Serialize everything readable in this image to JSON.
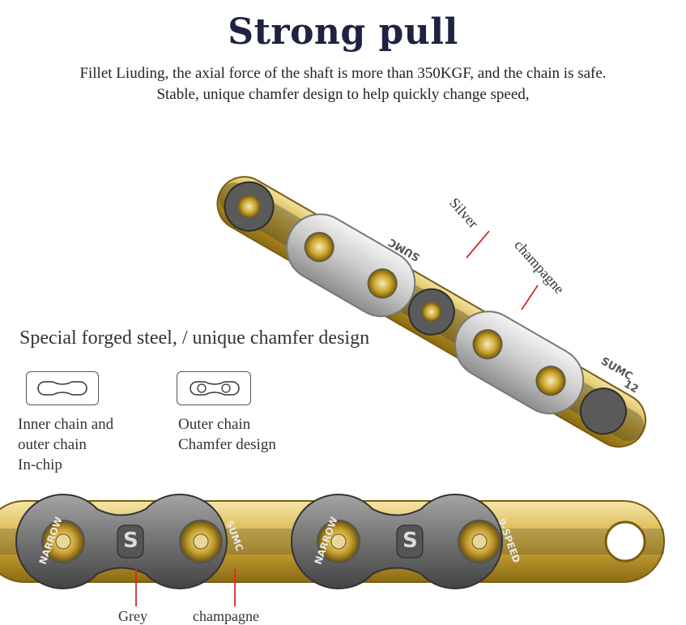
{
  "heading": {
    "title": "Strong pull",
    "line1": "Fillet Liuding, the axial force of the shaft is more than 350KGF, and the chain is safe.",
    "line2": "Stable, unique chamfer design to help quickly change speed,"
  },
  "feature": {
    "title": "Special forged steel, / unique chamfer design",
    "left_caption": [
      "Inner chain and",
      "outer chain",
      "In-chip"
    ],
    "right_caption": [
      "Outer chain",
      "Chamfer design"
    ]
  },
  "upper_chain": {
    "callout_silver": "Silver",
    "callout_champagne": "champagne",
    "plate_text_1": "SUMC",
    "plate_text_2": "SUMC",
    "plate_text_3": "12"
  },
  "lower_chain": {
    "plate_text_narrow": "NARROW",
    "plate_text_sumc": "SUMC",
    "plate_text_narrow_2": "NARROW",
    "plate_text_speed": "9-SPEED",
    "logo_letter": "S",
    "callout_grey": "Grey",
    "callout_champagne": "champagne"
  },
  "colors": {
    "gold": "#c9a227",
    "silver": "#c8c8c8",
    "grey": "#6b6b6b",
    "callout_red": "#d42a2a",
    "title": "#1f2240"
  }
}
